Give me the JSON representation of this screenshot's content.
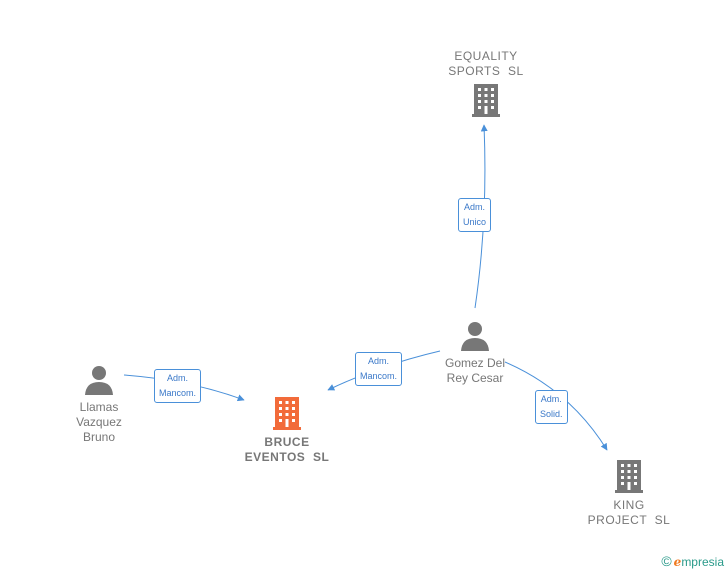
{
  "nodes": {
    "equality": {
      "label": "EQUALITY\nSPORTS  SL",
      "icon": "building-icon",
      "color": "#777777"
    },
    "gomez": {
      "label": "Gomez Del\nRey Cesar",
      "icon": "person-icon",
      "color": "#777777"
    },
    "llamas": {
      "label": "Llamas\nVazquez\nBruno",
      "icon": "person-icon",
      "color": "#777777"
    },
    "bruce": {
      "label": "BRUCE\nEVENTOS  SL",
      "icon": "building-icon",
      "color": "#f26b3a"
    },
    "king": {
      "label": "KING\nPROJECT  SL",
      "icon": "building-icon",
      "color": "#777777"
    }
  },
  "edges": {
    "gomez_equality": {
      "label": "Adm.\nUnico"
    },
    "gomez_bruce": {
      "label": "Adm.\nMancom."
    },
    "llamas_bruce": {
      "label": "Adm.\nMancom."
    },
    "gomez_king": {
      "label": "Adm.\nSolid."
    }
  },
  "colors": {
    "edge": "#4a90d9",
    "node_text": "#777777",
    "highlight": "#f26b3a"
  },
  "brand": {
    "symbol": "©",
    "e": "e",
    "rest": "mpresia"
  }
}
